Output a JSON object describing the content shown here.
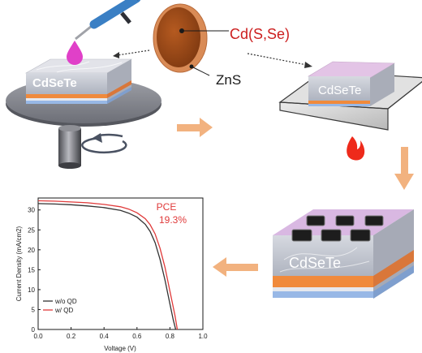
{
  "labels": {
    "cdsete_spin": "CdSeTe",
    "cdsete_hot": "CdSeTe",
    "cdsete_device": "CdSeTe",
    "qd_core": "Cd(S,Se)",
    "qd_shell": "ZnS",
    "pce_label": "PCE",
    "pce_value": "19.3%"
  },
  "icons": [
    "pipette-icon",
    "droplet-icon",
    "spin-coater-icon",
    "rotation-arrow-icon",
    "flame-icon",
    "right-arrow-icon",
    "down-arrow-icon",
    "left-arrow-icon"
  ],
  "colors": {
    "arrow": "#f2b27f",
    "core": "#9b4a16",
    "shell": "#d98b56",
    "qd_label": "#cc1f1f",
    "droplet": "#e040c8",
    "flame": "#ee2a1b",
    "pipette": "#3a7fc4",
    "film_top": "#e3c4e6",
    "film_side": "#b8bcc8",
    "orange_layer": "#f08a3c",
    "blue_layer": "#98b8e6",
    "series_1": "#333333",
    "series_2": "#e03a3a"
  },
  "chart_data": {
    "type": "line",
    "xlabel": "Voltage (V)",
    "ylabel": "Current Density (mA/cm2)",
    "xlim": [
      0.0,
      1.0
    ],
    "ylim": [
      0,
      33
    ],
    "xticks": [
      "0.0",
      "0.2",
      "0.4",
      "0.6",
      "0.8",
      "1.0"
    ],
    "yticks": [
      "0",
      "5",
      "10",
      "15",
      "20",
      "25",
      "30"
    ],
    "grid": false,
    "legend_position": "bottom-left",
    "series": [
      {
        "name": "w/o QD",
        "color": "#333333",
        "x": [
          0.0,
          0.1,
          0.2,
          0.3,
          0.4,
          0.5,
          0.55,
          0.6,
          0.65,
          0.68,
          0.71,
          0.74,
          0.77,
          0.8,
          0.82,
          0.835
        ],
        "y": [
          31.6,
          31.5,
          31.3,
          31.0,
          30.6,
          29.9,
          29.2,
          28.2,
          26.4,
          24.6,
          21.8,
          17.6,
          12.4,
          6.4,
          2.4,
          0.0
        ]
      },
      {
        "name": "w/ QD",
        "color": "#e03a3a",
        "x": [
          0.0,
          0.1,
          0.2,
          0.3,
          0.4,
          0.5,
          0.55,
          0.6,
          0.65,
          0.68,
          0.71,
          0.74,
          0.77,
          0.8,
          0.83,
          0.845
        ],
        "y": [
          32.3,
          32.2,
          32.0,
          31.8,
          31.4,
          30.8,
          30.2,
          29.3,
          27.8,
          26.3,
          24.0,
          20.4,
          15.6,
          9.6,
          3.6,
          0.0
        ]
      }
    ]
  }
}
